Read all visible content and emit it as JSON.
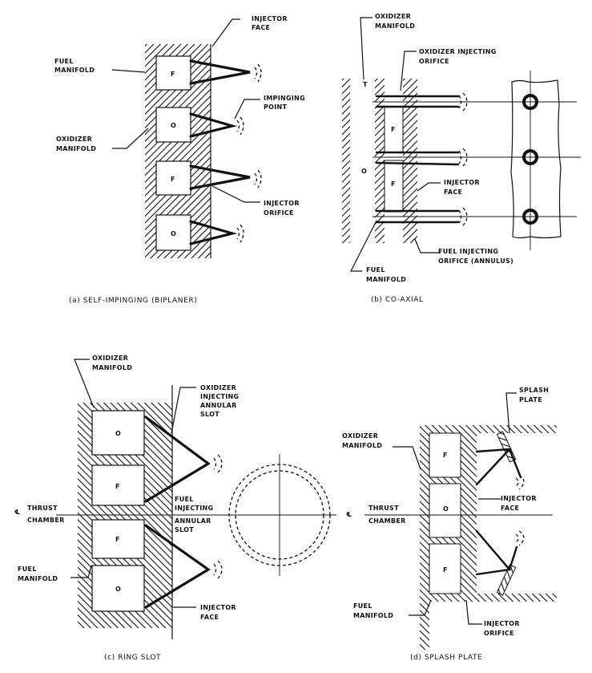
{
  "figure": {
    "panel_a": {
      "caption": "(a) SELF-IMPINGING (BIPLANER)",
      "labels": {
        "injector_face": [
          "INJECTOR",
          "FACE"
        ],
        "fuel_manifold": [
          "FUEL",
          "MANIFOLD"
        ],
        "impinging_point": [
          "IMPINGING",
          "POINT"
        ],
        "oxidizer_manifold": [
          "OXIDIZER",
          "MANIFOLD"
        ],
        "injector_orifice": [
          "INJECTOR",
          "ORIFICE"
        ]
      },
      "manifolds": [
        "F",
        "O",
        "F",
        "O"
      ]
    },
    "panel_b": {
      "caption": "(b) CO-AXIAL",
      "labels": {
        "oxidizer_manifold": [
          "OXIDIZER",
          "MANIFOLD"
        ],
        "oxidizer_injecting_orifice": [
          "OXIDIZER INJECTING",
          "ORIFICE"
        ],
        "injector_face": [
          "INJECTOR",
          "FACE"
        ],
        "fuel_injecting_orifice": [
          "FUEL INJECTING",
          "ORIFICE (ANNULUS)"
        ],
        "fuel_manifold": [
          "FUEL",
          "MANIFOLD"
        ]
      },
      "manifold_marks": [
        "T",
        "O"
      ],
      "manifolds": [
        "F",
        "F"
      ]
    },
    "panel_c": {
      "caption": "(c) RING SLOT",
      "labels": {
        "oxidizer_manifold": [
          "OXIDIZER",
          "MANIFOLD"
        ],
        "oxidizer_slot": [
          "OXIDIZER",
          "INJECTING",
          "ANNULAR",
          "SLOT"
        ],
        "fuel_slot": [
          "FUEL",
          "INJECTING",
          "ANNULAR",
          "SLOT"
        ],
        "thrust_chamber": [
          "THRUST",
          "CHAMBER"
        ],
        "centerline": "℄",
        "fuel_manifold": [
          "FUEL",
          "MANIFOLD"
        ],
        "injector_face": [
          "INJECTOR",
          "FACE"
        ]
      },
      "manifolds": [
        "O",
        "F",
        "F",
        "O"
      ]
    },
    "panel_d": {
      "caption": "(d) SPLASH PLATE",
      "labels": {
        "splash_plate": [
          "SPLASH",
          "PLATE"
        ],
        "oxidizer_manifold": [
          "OXIDIZER",
          "MANIFOLD"
        ],
        "injector_face": [
          "INJECTOR",
          "FACE"
        ],
        "thrust_chamber": [
          "THRUST",
          "CHAMBER"
        ],
        "centerline": "℄",
        "fuel_manifold": [
          "FUEL",
          "MANIFOLD"
        ],
        "injector_orifice": [
          "INJECTOR",
          "ORIFICE"
        ]
      },
      "manifolds": [
        "F",
        "O",
        "F"
      ]
    }
  }
}
